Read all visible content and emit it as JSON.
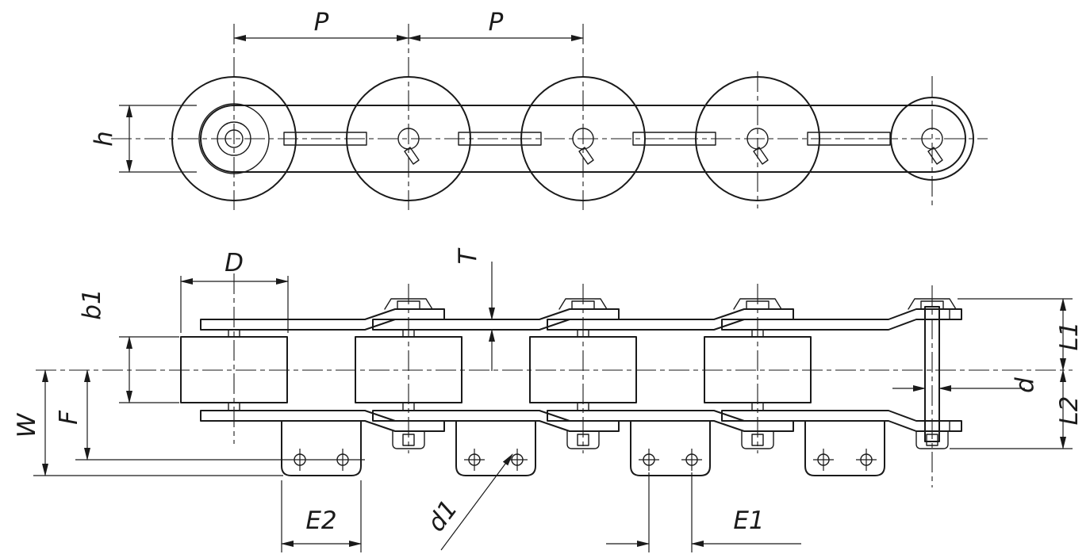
{
  "drawing": {
    "labels": {
      "pitch_left": "P",
      "pitch_right": "P",
      "h": "h",
      "D": "D",
      "b1": "b1",
      "T": "T",
      "L1": "L1",
      "L2": "L2",
      "d": "d",
      "W": "W",
      "F": "F",
      "E2": "E2",
      "d1": "d1",
      "E1": "E1"
    },
    "colors": {
      "line": "#1a1a1a",
      "background": "#ffffff"
    }
  }
}
